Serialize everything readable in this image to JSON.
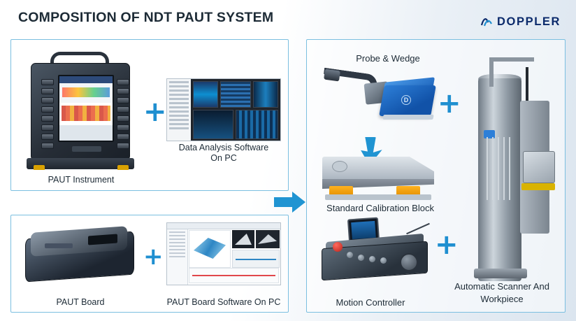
{
  "header": {
    "title": "COMPOSITION OF NDT PAUT SYSTEM",
    "logo_text": "DOPPLER",
    "logo_icon": "doppler-wave-logo-icon",
    "brand_color": "#0b2a6b",
    "accent_color": "#1f8fd0"
  },
  "panels": {
    "left_top": {
      "name": "paut-instrument-group",
      "items": [
        {
          "caption": "PAUT Instrument",
          "image": "paut-instrument-photo"
        },
        {
          "caption": "Data Analysis Software\nOn PC",
          "caption_line1": "Data Analysis Software",
          "caption_line2": "On PC",
          "image": "data-analysis-software-screenshot"
        }
      ],
      "operator": "+"
    },
    "left_bottom": {
      "name": "paut-board-group",
      "items": [
        {
          "caption": "PAUT Board",
          "image": "paut-board-photo"
        },
        {
          "caption": "PAUT Board Software On PC",
          "image": "paut-board-software-screenshot"
        }
      ],
      "operator": "+"
    },
    "right": {
      "name": "scanner-system-group",
      "items": [
        {
          "caption": "Probe & Wedge",
          "image": "probe-and-wedge-photo",
          "caption_position": "above"
        },
        {
          "caption": "Standard Calibration Block",
          "image": "calibration-block-photo",
          "caption_position": "below"
        },
        {
          "caption": "Motion Controller",
          "image": "motion-controller-photo",
          "caption_position": "below"
        },
        {
          "caption": "Automatic Scanner And Workpiece",
          "caption_line1": "Automatic Scanner And",
          "caption_line2": "Workpiece",
          "image": "automatic-scanner-photo",
          "caption_position": "below"
        }
      ],
      "operators": [
        "+",
        "+"
      ]
    }
  },
  "arrows": {
    "left_to_right": "right-arrow-icon",
    "probe_to_block": "down-arrow-icon"
  }
}
